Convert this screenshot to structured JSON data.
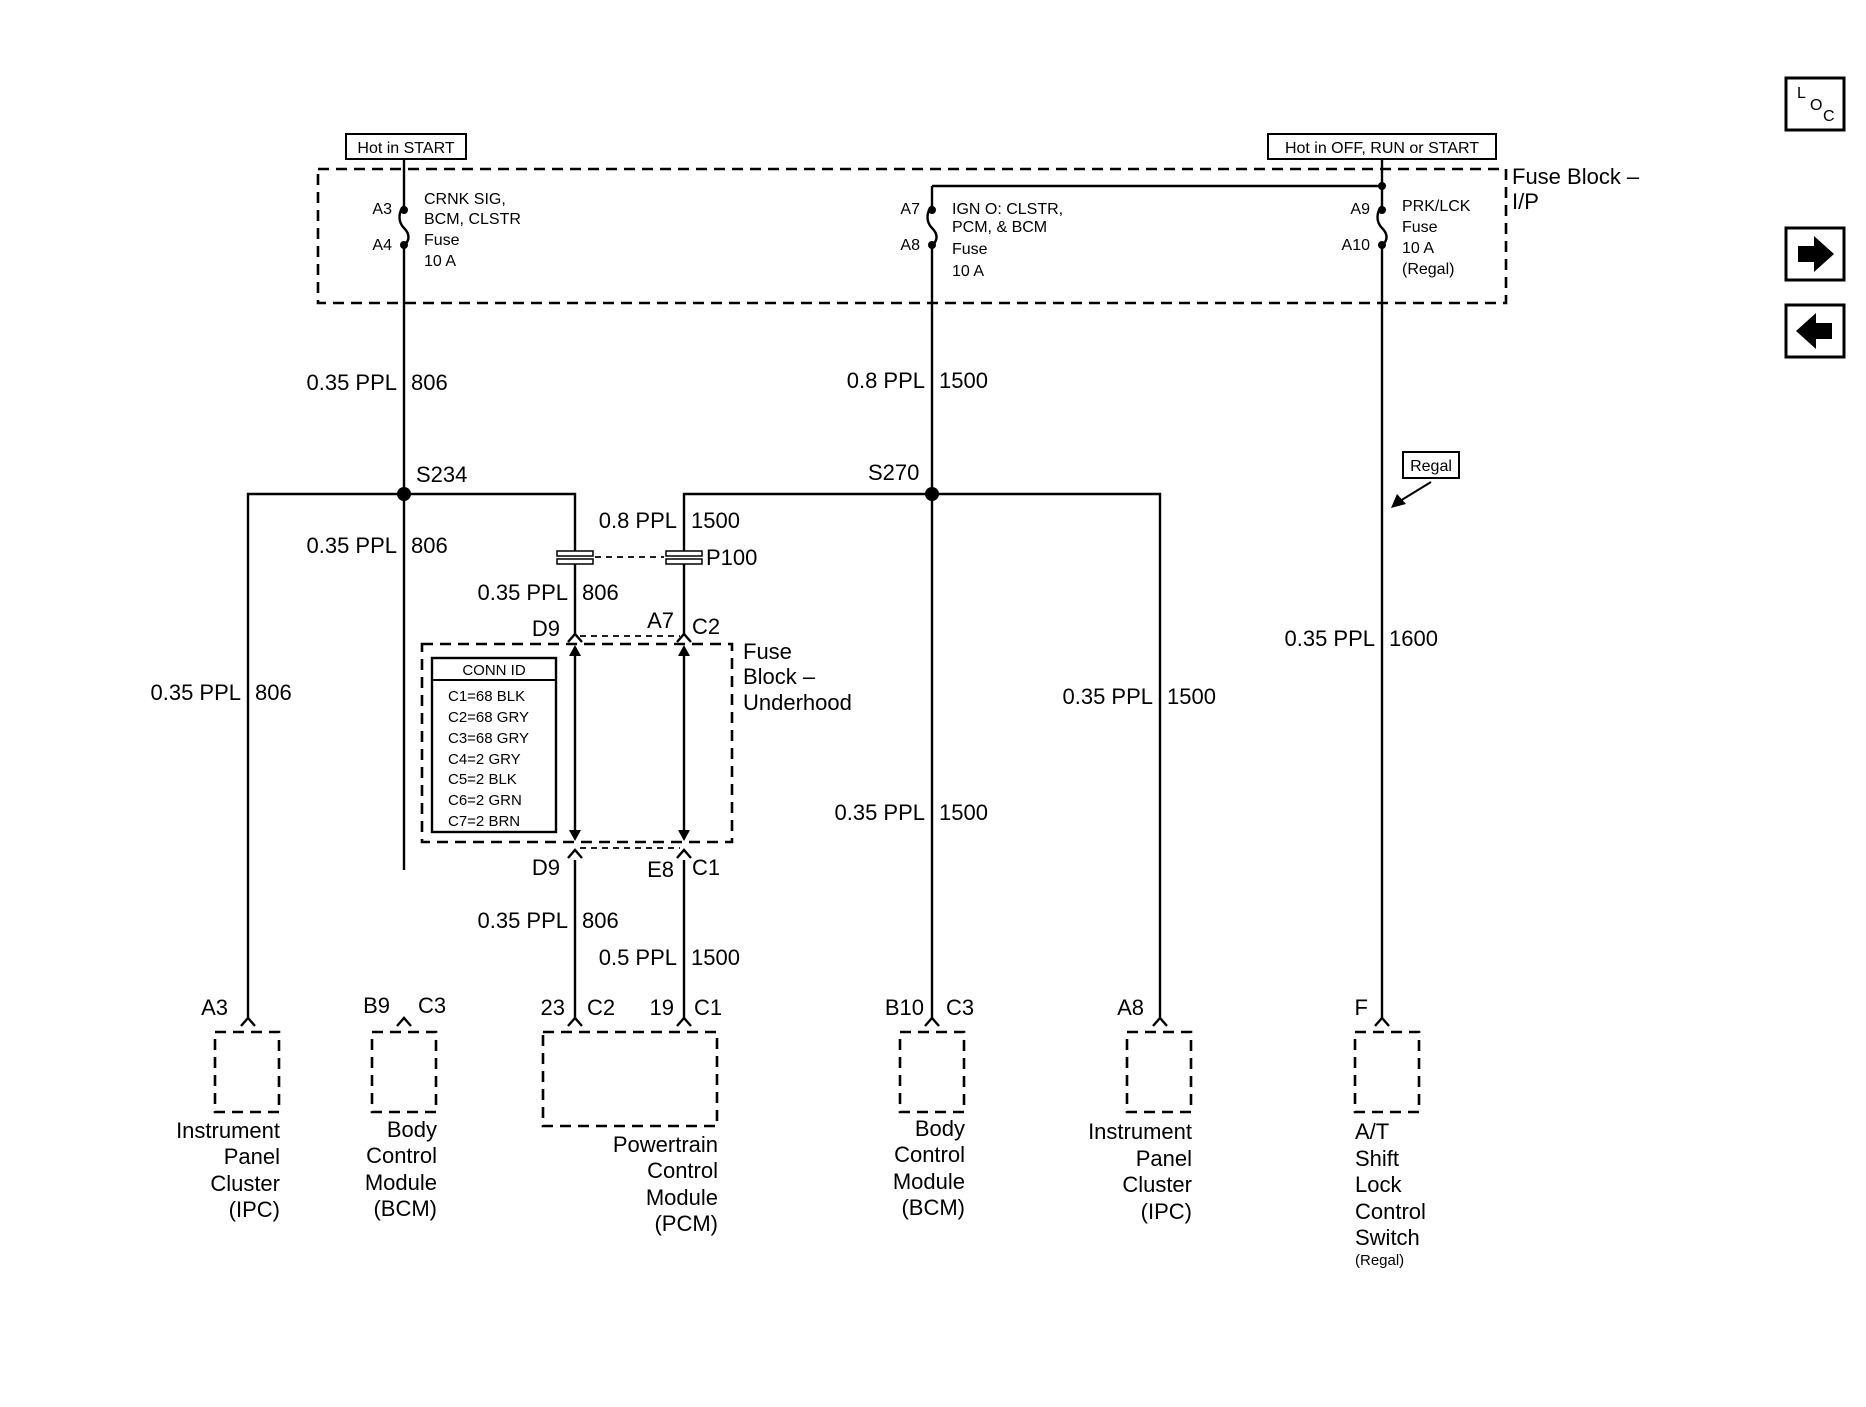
{
  "hot_labels": {
    "start": "Hot in START",
    "all": "Hot in OFF, RUN or START"
  },
  "fuse_block_ip": {
    "line1": "Fuse Block –",
    "line2": "I/P"
  },
  "fuses": {
    "crnk": {
      "pin_top": "A3",
      "pin_bottom": "A4",
      "lines": [
        "CRNK SIG,",
        "BCM, CLSTR",
        "Fuse",
        "10 A"
      ]
    },
    "ign": {
      "pin_top": "A7",
      "pin_bottom": "A8",
      "lines": [
        "IGN O: CLSTR,",
        "PCM, & BCM",
        "Fuse",
        "10 A"
      ]
    },
    "prk": {
      "pin_top": "A9",
      "pin_bottom": "A10",
      "lines": [
        "PRK/LCK",
        "Fuse",
        "10 A",
        "(Regal)"
      ]
    }
  },
  "wires": {
    "w806_top": {
      "gauge": "0.35 PPL",
      "circuit": "806"
    },
    "w1500_top": {
      "gauge": "0.8 PPL",
      "circuit": "1500"
    },
    "w806_mid": {
      "gauge": "0.35 PPL",
      "circuit": "806"
    },
    "w1500_p100": {
      "gauge": "0.8 PPL",
      "circuit": "1500"
    },
    "w806_p100": {
      "gauge": "0.35 PPL",
      "circuit": "806"
    },
    "w806_ipc": {
      "gauge": "0.35 PPL",
      "circuit": "806"
    },
    "w1500_ipc": {
      "gauge": "0.35 PPL",
      "circuit": "1500"
    },
    "w1500_bcm": {
      "gauge": "0.35 PPL",
      "circuit": "1500"
    },
    "w1600": {
      "gauge": "0.35 PPL",
      "circuit": "1600"
    },
    "w806_pcm": {
      "gauge": "0.35 PPL",
      "circuit": "806"
    },
    "w1500_pcm": {
      "gauge": "0.5 PPL",
      "circuit": "1500"
    }
  },
  "splices": {
    "s234": "S234",
    "s270": "S270"
  },
  "connector_p100": "P100",
  "regal_tag": "Regal",
  "fuse_block_underhood": {
    "lines": [
      "Fuse",
      "Block –",
      "Underhood"
    ]
  },
  "underhood_pins": {
    "top_d9": "D9",
    "top_a7": "A7",
    "top_c2": "C2",
    "bot_d9": "D9",
    "bot_e8": "E8",
    "bot_c1": "C1"
  },
  "conn_id": {
    "title": "CONN ID",
    "rows": [
      "C1=68 BLK",
      "C2=68 GRY",
      "C3=68 GRY",
      "C4=2 GRY",
      "C5=2 BLK",
      "C6=2 GRN",
      "C7=2 BRN"
    ]
  },
  "components": {
    "ipc1": {
      "pin": "A3",
      "lines": [
        "Instrument",
        "Panel",
        "Cluster",
        "(IPC)"
      ]
    },
    "bcm1": {
      "pin": "B9",
      "conn": "C3",
      "lines": [
        "Body",
        "Control",
        "Module",
        "(BCM)"
      ]
    },
    "pcm": {
      "pin1": "23",
      "conn1": "C2",
      "pin2": "19",
      "conn2": "C1",
      "lines": [
        "Powertrain",
        "Control",
        "Module",
        "(PCM)"
      ]
    },
    "bcm2": {
      "pin": "B10",
      "conn": "C3",
      "lines": [
        "Body",
        "Control",
        "Module",
        "(BCM)"
      ]
    },
    "ipc2": {
      "pin": "A8",
      "lines": [
        "Instrument",
        "Panel",
        "Cluster",
        "(IPC)"
      ]
    },
    "atsl": {
      "pin": "F",
      "lines": [
        "A/T",
        "Shift",
        "Lock",
        "Control",
        "Switch"
      ],
      "note": "(Regal)"
    }
  },
  "nav": {
    "loc_l": "L",
    "loc_o": "O",
    "loc_c": "C",
    "next_icon": "arrow-right-icon",
    "prev_icon": "arrow-left-icon"
  }
}
